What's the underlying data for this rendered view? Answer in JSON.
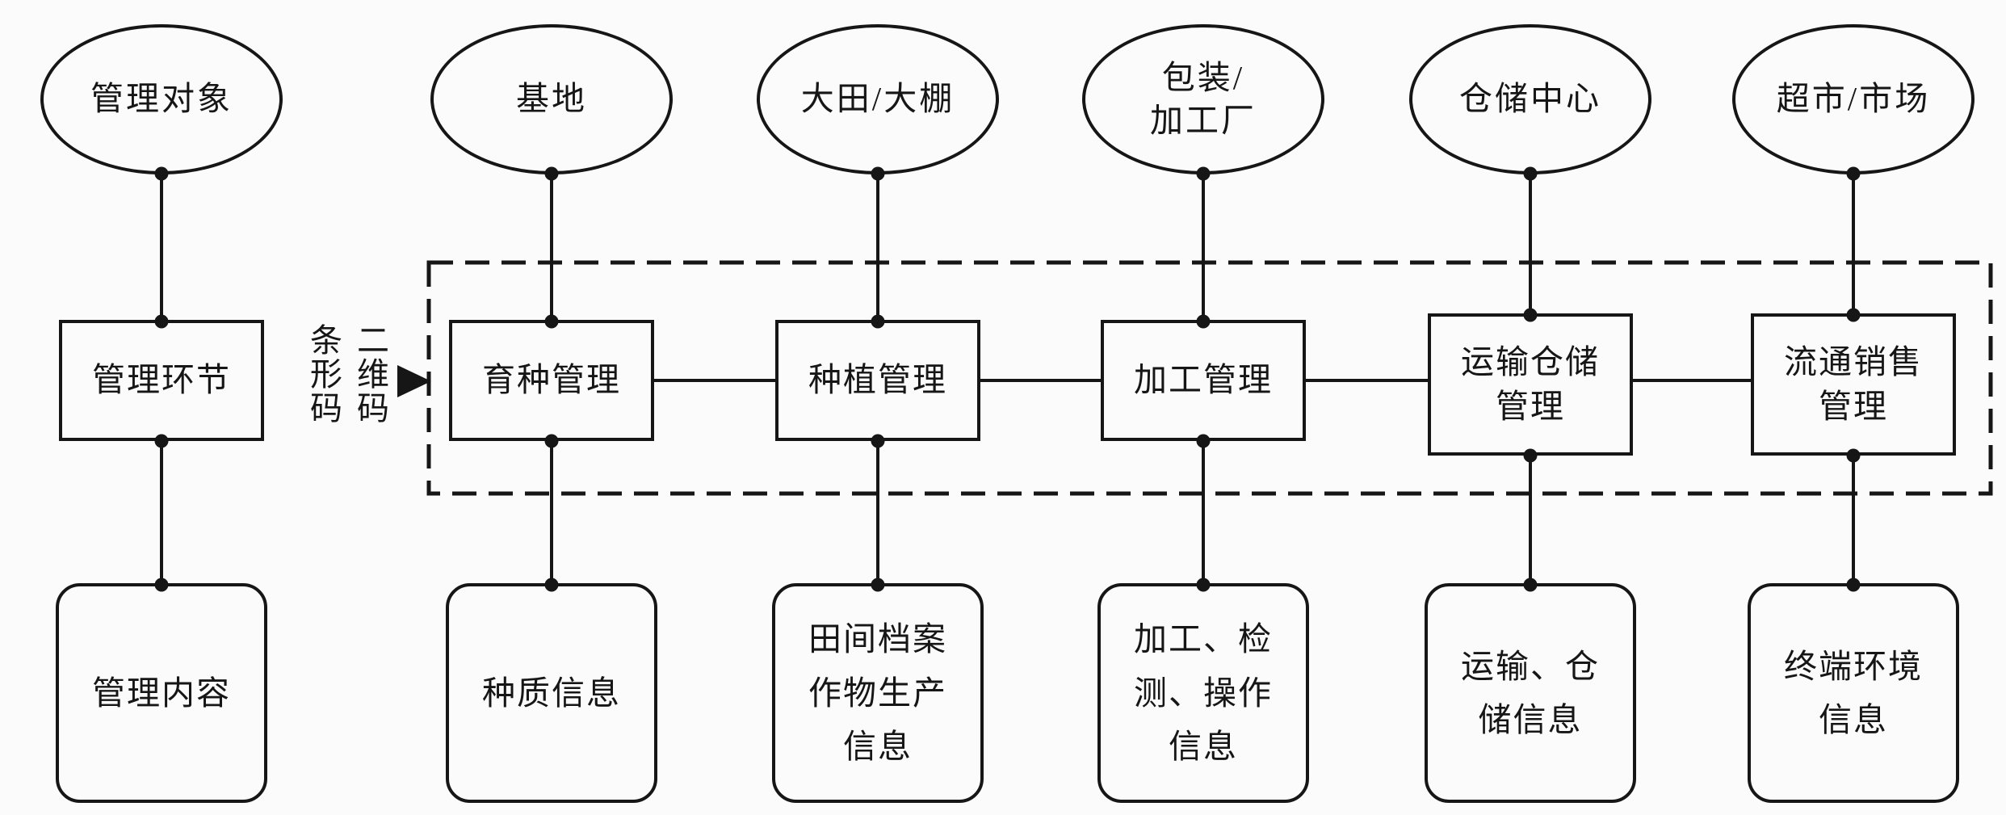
{
  "diagram": {
    "background_color": "#fbfbfb",
    "line_color": "#161616",
    "connector_label": {
      "barcode": "条形码",
      "qr_code": "二维码"
    },
    "columns": [
      {
        "object": {
          "lines": [
            "管理对象"
          ]
        },
        "stage": {
          "lines": [
            "管理环节"
          ]
        },
        "content": {
          "lines": [
            "管理内容"
          ]
        }
      },
      {
        "object": {
          "lines": [
            "基地"
          ]
        },
        "stage": {
          "lines": [
            "育种管理"
          ]
        },
        "content": {
          "lines": [
            "种质信息"
          ]
        }
      },
      {
        "object": {
          "lines": [
            "大田/大棚"
          ]
        },
        "stage": {
          "lines": [
            "种植管理"
          ]
        },
        "content": {
          "lines": [
            "田间档案",
            "作物生产",
            "信息"
          ]
        }
      },
      {
        "object": {
          "lines": [
            "包装/",
            "加工厂"
          ]
        },
        "stage": {
          "lines": [
            "加工管理"
          ]
        },
        "content": {
          "lines": [
            "加工、检",
            "测、操作",
            "信息"
          ]
        }
      },
      {
        "object": {
          "lines": [
            "仓储中心"
          ]
        },
        "stage": {
          "lines": [
            "运输仓储",
            "管理"
          ]
        },
        "content": {
          "lines": [
            "运输、仓",
            "储信息"
          ]
        }
      },
      {
        "object": {
          "lines": [
            "超市/市场"
          ]
        },
        "stage": {
          "lines": [
            "流通销售",
            "管理"
          ]
        },
        "content": {
          "lines": [
            "终端环境",
            "信息"
          ]
        }
      }
    ]
  }
}
